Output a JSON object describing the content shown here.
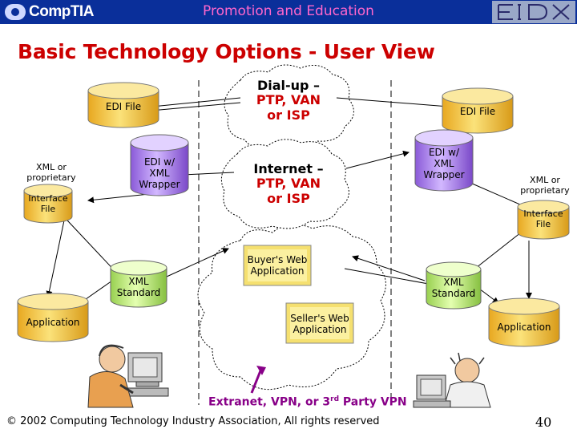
{
  "header": {
    "left_logo": "CompTIA",
    "title": "Promotion and Education",
    "right_logo": "EIDX"
  },
  "title": "Basic Technology Options - User View",
  "clouds": {
    "dialup": [
      "Dial-up –",
      "PTP, VAN",
      "or ISP"
    ],
    "internet": [
      "Internet –",
      "PTP, VAN",
      "or ISP"
    ]
  },
  "left": {
    "edi_file": "EDI File",
    "edi_xml_wrapper": [
      "EDI w/",
      "XML",
      "Wrapper"
    ],
    "xml_or_proprietary": [
      "XML or",
      "proprietary"
    ],
    "interface_file": [
      "Interface",
      "File"
    ],
    "xml_standard": [
      "XML",
      "Standard"
    ],
    "application": "Application"
  },
  "right": {
    "edi_file": "EDI File",
    "edi_xml_wrapper": [
      "EDI w/",
      "XML",
      "Wrapper"
    ],
    "xml_or_proprietary": [
      "XML or",
      "proprietary"
    ],
    "interface_file": [
      "Interface",
      "File"
    ],
    "xml_standard": [
      "XML",
      "Standard"
    ],
    "application": "Application"
  },
  "center": {
    "buyers_web_app": [
      "Buyer's Web",
      "Application"
    ],
    "sellers_web_app": [
      "Seller's Web",
      "Application"
    ]
  },
  "extranet": {
    "text": "Extranet, VPN, or 3",
    "superscript": "rd",
    "text_after": " Party VPN"
  },
  "footer": {
    "copyright": "© 2002 Computing Technology Industry Association, All rights reserved",
    "page_number": "40"
  },
  "colors": {
    "header_bg": "#0a2f9a",
    "header_title": "#ff66cc",
    "title": "#cc0000",
    "edi_cylinder": "#f5c84a",
    "wrapper_cylinder": "#b48cf0",
    "xml_cylinder": "#c8f08a",
    "interface_cylinder": "#f5c84a",
    "app_cylinder": "#f5c84a",
    "web_app_box": "#f5e070",
    "cloud_text": "#0000cc"
  },
  "icons": [
    "person-at-computer-left",
    "person-at-computer-right",
    "arrow-up-icon"
  ]
}
